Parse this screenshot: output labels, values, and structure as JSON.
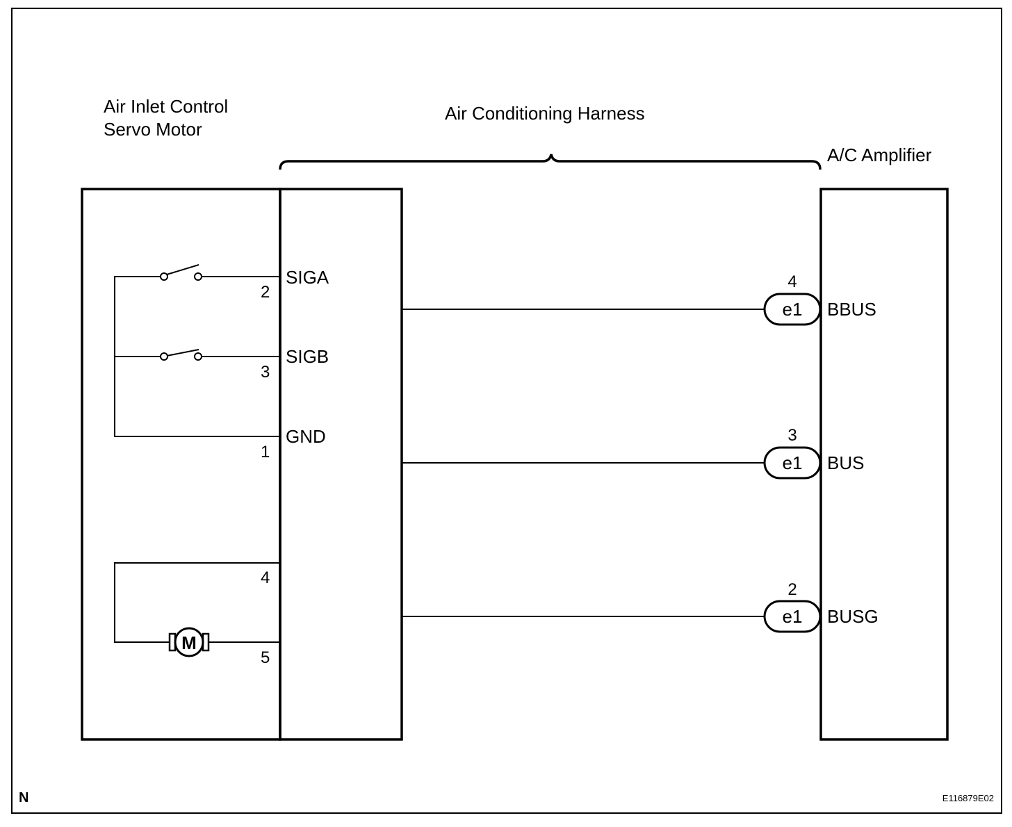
{
  "labels": {
    "servo_motor_line1": "Air Inlet Control",
    "servo_motor_line2": "Servo Motor",
    "harness": "Air Conditioning Harness",
    "amplifier": "A/C Amplifier",
    "corner_mark": "N",
    "figure_code": "E116879E02"
  },
  "motor_pins": {
    "siga": {
      "name": "SIGA",
      "pin": "2"
    },
    "sigb": {
      "name": "SIGB",
      "pin": "3"
    },
    "gnd": {
      "name": "GND",
      "pin": "1"
    },
    "motor_a": {
      "pin": "4"
    },
    "motor_b": {
      "pin": "5"
    },
    "motor_symbol": "M"
  },
  "amplifier_pins": [
    {
      "name": "BBUS",
      "pin": "4",
      "connector": "e1"
    },
    {
      "name": "BUS",
      "pin": "3",
      "connector": "e1"
    },
    {
      "name": "BUSG",
      "pin": "2",
      "connector": "e1"
    }
  ]
}
